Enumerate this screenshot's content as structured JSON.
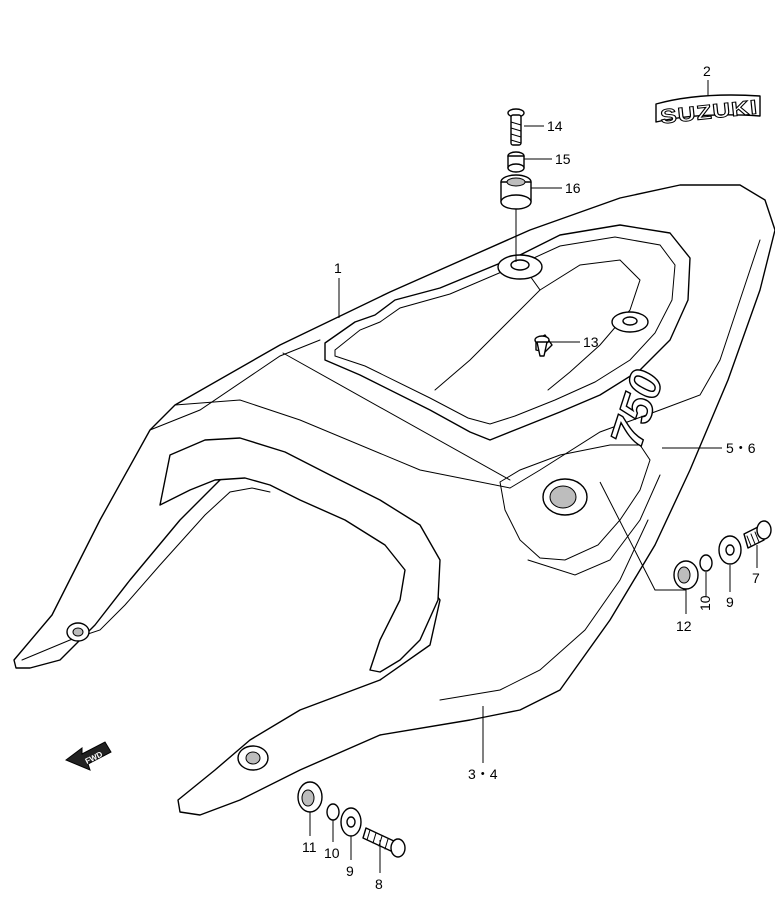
{
  "diagram": {
    "callouts": {
      "c1": "1",
      "c2": "2",
      "c34": "3・4",
      "c56": "5・6",
      "c7": "7",
      "c8": "8",
      "c9a": "9",
      "c9b": "9",
      "c10a": "10",
      "c10b": "10",
      "c11": "11",
      "c12": "12",
      "c13": "13",
      "c14": "14",
      "c15": "15",
      "c16": "16"
    },
    "emblem_text": "SUZUKI",
    "model_mark": "750",
    "direction_label": "FWD"
  }
}
